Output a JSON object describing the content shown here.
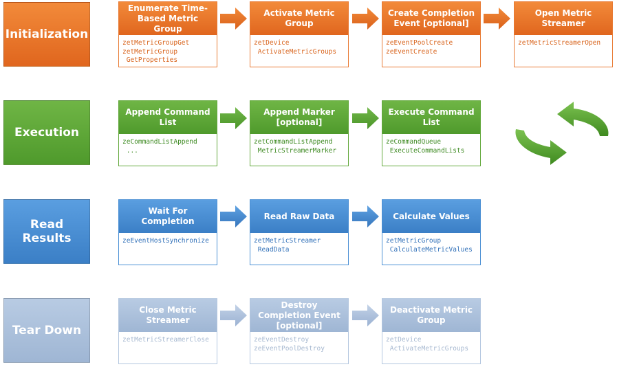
{
  "rows": [
    {
      "stage": "Initialization",
      "cards": [
        {
          "title": "Enumerate Time-Based Metric Group",
          "code": "zetMetricGroupGet\nzetMetricGroup\n GetProperties"
        },
        {
          "title": "Activate Metric Group",
          "code": "zetDevice\n ActivateMetricGroups"
        },
        {
          "title": "Create Completion Event [optional]",
          "code": "zeEventPoolCreate\nzeEventCreate"
        },
        {
          "title": "Open Metric Streamer",
          "code": "zetMetricStreamerOpen"
        }
      ]
    },
    {
      "stage": "Execution",
      "cards": [
        {
          "title": "Append Command List",
          "code": "zeCommandListAppend\n ..."
        },
        {
          "title": "Append Marker [optional]",
          "code": "zetCommandListAppend\n MetricStreamerMarker"
        },
        {
          "title": "Execute Command List",
          "code": "zeCommandQueue\n ExecuteCommandLists"
        }
      ]
    },
    {
      "stage": "Read Results",
      "cards": [
        {
          "title": "Wait For Completion",
          "code": "zeEventHostSynchronize"
        },
        {
          "title": "Read Raw Data",
          "code": "zetMetricStreamer\n ReadData"
        },
        {
          "title": "Calculate Values",
          "code": "zetMetricGroup\n CalculateMetricValues"
        }
      ]
    },
    {
      "stage": "Tear Down",
      "cards": [
        {
          "title": "Close Metric Streamer",
          "code": "zetMetricStreamerClose"
        },
        {
          "title": "Destroy Completion Event [optional]",
          "code": "zeEventDestroy\nzeEventPoolDestroy"
        },
        {
          "title": "Deactivate Metric Group",
          "code": "zetDevice\n ActivateMetricGroups"
        }
      ]
    }
  ],
  "colors": {
    "initialization": "#e8772b",
    "execution": "#5aa534",
    "read_results": "#4a8fd4",
    "tear_down": "#a8bdd9"
  },
  "icons": {
    "execution_loop": "cycle-arrows-icon"
  }
}
